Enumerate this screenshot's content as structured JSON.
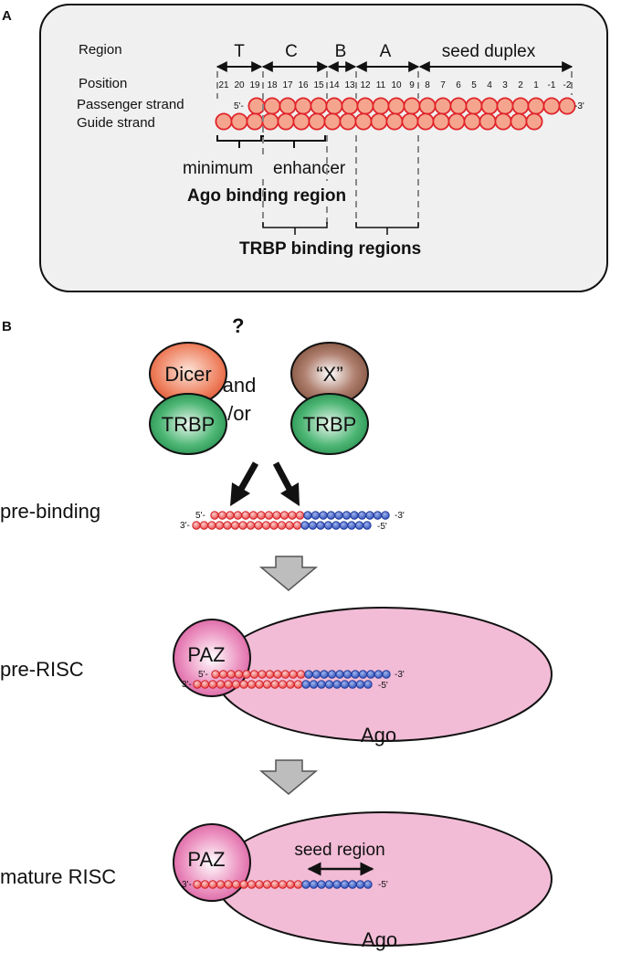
{
  "panelA": {
    "label": "A",
    "row_region": "Region",
    "row_position": "Position",
    "row_passenger": "Passenger strand",
    "row_guide": "Guide strand",
    "regions": [
      "T",
      "C",
      "B",
      "A",
      "seed duplex"
    ],
    "positions": [
      "21",
      "20",
      "19",
      "18",
      "17",
      "16",
      "15",
      "14",
      "13",
      "12",
      "11",
      "10",
      "9",
      "8",
      "7",
      "6",
      "5",
      "4",
      "3",
      "2",
      "1",
      "-1",
      "-2"
    ],
    "passenger_5": "5'-",
    "passenger_3": "-3'",
    "minimum": "minimum",
    "enhancer": "enhancer",
    "ago_binding": "Ago binding region",
    "trbp_binding": "TRBP binding regions",
    "colors": {
      "rna_fill": "#f5a58e",
      "rna_stroke": "#e0232a",
      "panel_bg": "#eff0ef"
    }
  },
  "panelB": {
    "label": "B",
    "question": "?",
    "dicer": "Dicer",
    "trbp_left": "TRBP",
    "x_protein": "“X”",
    "trbp_right": "TRBP",
    "and_text": "and",
    "or_text": "/or",
    "stage_prebinding": "pre-binding",
    "stage_prerisc": "pre-RISC",
    "stage_mature": "mature RISC",
    "end_5p": "5'-",
    "end_3p_left": "3'-",
    "end_3p_right": "-3'",
    "end_5p_right": "-5'",
    "paz": "PAZ",
    "ago": "Ago",
    "seed_region": "seed region",
    "colors": {
      "red": "#e83a3a",
      "blue": "#3b5cc4",
      "ago_fill": "#f2bcd6",
      "dicer": "#e8714f",
      "trbp": "#2e9a56",
      "x": "#8b5a45"
    }
  }
}
